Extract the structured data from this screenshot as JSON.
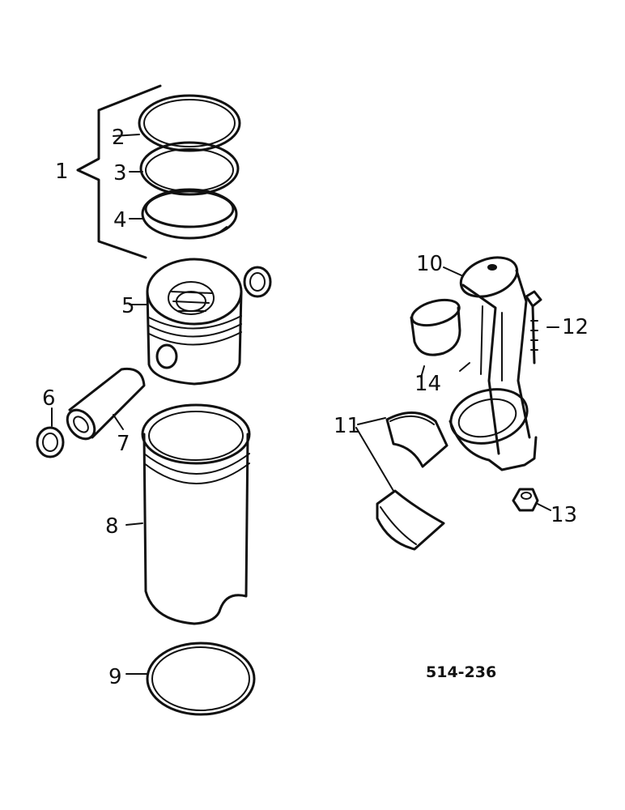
{
  "callouts": {
    "c1": "1",
    "c2": "2",
    "c3": "3",
    "c4": "4",
    "c5": "5",
    "c6": "6",
    "c7": "7",
    "c8": "8",
    "c9": "9",
    "c10": "10",
    "c11": "11",
    "c12": "12",
    "c13": "13",
    "c14": "14"
  },
  "reference": "514-236"
}
